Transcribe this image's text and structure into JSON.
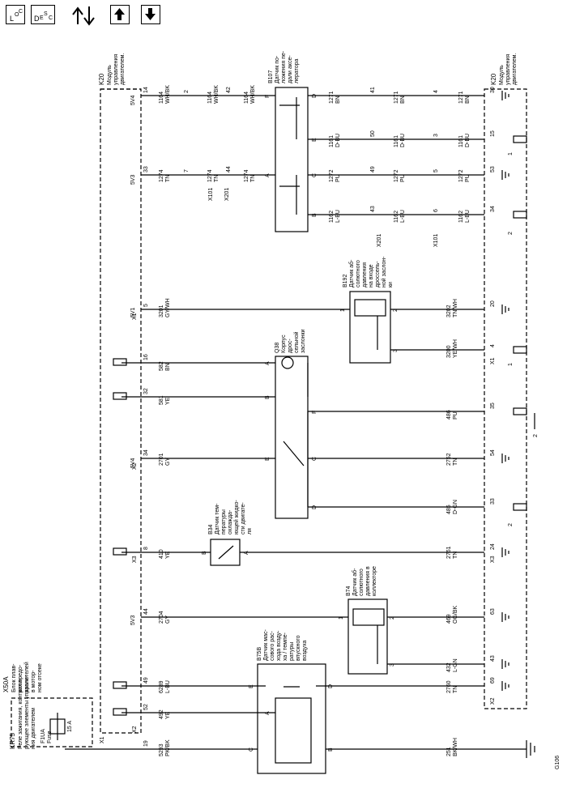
{
  "toolbar": {
    "loc_main": "L",
    "loc_sub": "O",
    "loc_sub2": "C",
    "desc_main": "D",
    "desc_sub": "E",
    "desc_sub2": "S",
    "desc_sub3": "C",
    "up_arrow": "↑",
    "down_arrow": "↓"
  },
  "labels": {
    "k20_top_name": "K20",
    "k20_top_desc": [
      "Модуль",
      "управления",
      "двигателем."
    ],
    "k20_right_name": "K20",
    "k20_right_desc": [
      "Модуль",
      "управления",
      "двигателем."
    ],
    "x50a_name": "X50A",
    "x50a_desc": [
      "Блок плав-",
      "ких предо-",
      "хранителей",
      "в мотор-",
      "ном отсеке"
    ],
    "kr75_name": "KR75",
    "kr75_desc": [
      "Реле зажигания, контроли-",
      "рующее элементы управле-",
      "ния двигателем"
    ],
    "fuse_name": "F1UA",
    "fuse_type": "Fuse",
    "fuse_rating": "15 A",
    "b107_name": "B107",
    "b107_desc": [
      "Датчик по-",
      "ложения пе-",
      "дали аксе-",
      "лератора"
    ],
    "b192_name": "B192",
    "b192_desc": [
      "Датчик аб-",
      "солютного",
      "давления",
      "на входе",
      "дроссель-",
      "ной заслон-",
      "ки"
    ],
    "q38_name": "Q38",
    "q38_desc": [
      "Корпус",
      "дрос-",
      "сельной",
      "заслонки"
    ],
    "b34_name": "B34",
    "b34_desc": [
      "Датчик тем-",
      "пературы",
      "охлажда-",
      "ющей жидко-",
      "сти двигате-",
      "ля"
    ],
    "b74_name": "B74",
    "b74_desc": [
      "Датчик аб-",
      "солютного",
      "давления в",
      "коллекторе"
    ],
    "b75b_name": "B75B",
    "b75b_desc": [
      "Датчик мас-",
      "сового рас-",
      "хода возду-",
      "ха / темпе-",
      "ратуры",
      "впускного",
      "воздуха"
    ],
    "g106": "G106",
    "x101": "X101",
    "x201": "X201",
    "x1": "X1",
    "x2": "X2",
    "x3": "X3",
    "ref_v4": "5V4",
    "ref_v3": "5V3",
    "ref_v1": "5V1"
  },
  "wires": [
    {
      "id": "w1164",
      "num": "1164",
      "color": "WH/BK"
    },
    {
      "id": "w1274",
      "num": "1274",
      "color": "TN"
    },
    {
      "id": "w3201",
      "num": "3201",
      "color": "GY/WH"
    },
    {
      "id": "w582",
      "num": "582",
      "color": "BN"
    },
    {
      "id": "w581",
      "num": "581",
      "color": "YE"
    },
    {
      "id": "w2701",
      "num": "2701",
      "color": "GY"
    },
    {
      "id": "w410",
      "num": "410",
      "color": "YE"
    },
    {
      "id": "w2704",
      "num": "2704",
      "color": "GY"
    },
    {
      "id": "w6289",
      "num": "6289",
      "color": "L-BU"
    },
    {
      "id": "w492",
      "num": "492",
      "color": "YE"
    },
    {
      "id": "w5293",
      "num": "5293",
      "color": "PK/BK"
    },
    {
      "id": "w1271",
      "num": "1271",
      "color": "BN"
    },
    {
      "id": "w1161",
      "num": "1161",
      "color": "D-BU"
    },
    {
      "id": "w1272",
      "num": "1272",
      "color": "PU"
    },
    {
      "id": "w1162",
      "num": "1162",
      "color": "L-BU"
    },
    {
      "id": "w3202",
      "num": "3202",
      "color": "TN/WH"
    },
    {
      "id": "w3200",
      "num": "3200",
      "color": "YE/WH"
    },
    {
      "id": "w486",
      "num": "486",
      "color": "PU"
    },
    {
      "id": "w2752",
      "num": "2752",
      "color": "TN"
    },
    {
      "id": "w485",
      "num": "485",
      "color": "D-GN"
    },
    {
      "id": "w2761",
      "num": "2761",
      "color": "TN"
    },
    {
      "id": "w469",
      "num": "469",
      "color": "OG/BK"
    },
    {
      "id": "w432",
      "num": "432",
      "color": "L-GN"
    },
    {
      "id": "w2760",
      "num": "2760",
      "color": "TN"
    },
    {
      "id": "w251",
      "num": "251",
      "color": "BK/WH"
    }
  ],
  "pins_left": [
    "14",
    "33",
    "5",
    "16",
    "32",
    "34",
    "8",
    "44",
    "49",
    "52",
    "19"
  ],
  "pins_right": [
    "30",
    "15",
    "53",
    "34",
    "20",
    "4",
    "35",
    "54",
    "33",
    "24",
    "63",
    "43",
    "69"
  ],
  "pins_x101": [
    "2",
    "7"
  ],
  "pins_x201": [
    "42",
    "44"
  ],
  "pins_x201r": [
    "41",
    "50",
    "49",
    "43"
  ],
  "pins_x101r": [
    "4",
    "3",
    "5",
    "6"
  ],
  "pin_letters": {
    "b107": [
      "F",
      "A",
      "D",
      "E",
      "C",
      "B"
    ],
    "b192": [
      "1",
      "2",
      "3"
    ],
    "q38m": [
      "A",
      "B"
    ],
    "q38": [
      "E",
      "C",
      "F",
      "D"
    ],
    "b34": [
      "B",
      "A"
    ],
    "b74": [
      "1",
      "2",
      "3"
    ],
    "b75b": [
      "E",
      "D",
      "A",
      "C",
      "B"
    ]
  },
  "grounds_labels": [
    "1",
    "2",
    "1",
    "2",
    "2"
  ]
}
